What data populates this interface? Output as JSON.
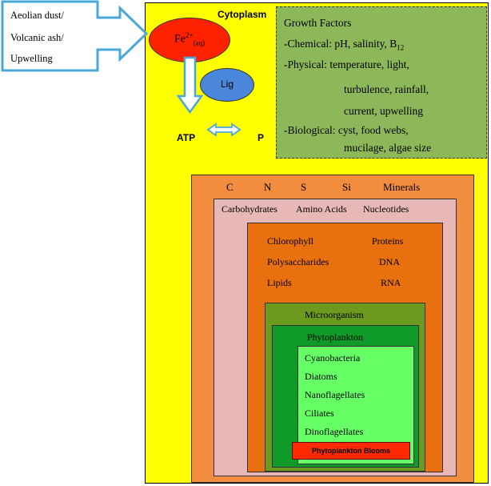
{
  "source": {
    "line1": "Aeolian dust/",
    "line2": "Volcanic ash/",
    "line3": "Upwelling"
  },
  "cytoplasm_label": "Cytoplasm",
  "iron": {
    "base": "Fe",
    "charge": "2+",
    "state": "(aq)"
  },
  "ligand_label": "Lig",
  "atp_label": "ATP",
  "p_label": "P",
  "growth_factors": {
    "title": "Growth Factors",
    "chemical": "-Chemical: pH, salinity, B",
    "chemical_sub": "12",
    "physical_1": "-Physical: temperature, light,",
    "physical_2": "turbulence, rainfall,",
    "physical_3": "current, upwelling",
    "biological_1": "-Biological: cyst, food webs,",
    "biological_2": "mucilage, algae size"
  },
  "elements": [
    "C",
    "N",
    "S",
    "Si",
    "Minerals"
  ],
  "biomolecules": [
    "Carbohydrates",
    "Amino Acids",
    "Nucleotides"
  ],
  "macromolecules": {
    "left": [
      "Chlorophyll",
      "Polysaccharides",
      "Lipids"
    ],
    "right": [
      "Proteins",
      "DNA",
      "RNA"
    ]
  },
  "microorganism_label": "Microorganism",
  "phytoplankton_label": "Phytoplankton",
  "phytoplankton_groups": [
    "Cyanobacteria",
    "Diatoms",
    "Nanoflagellates",
    "Ciliates",
    "Dinoflagellates"
  ],
  "bloom_label": "Phytoplankton Blooms",
  "colors": {
    "cytoplasm": "#ffff00",
    "arrow": "#4aa8d8",
    "iron": "#ff2200",
    "ligand": "#4a86d9",
    "growth_factors": "#8db85a",
    "elements_box": "#f28c3e",
    "biomolecules_box": "#e8b8b8",
    "macromolecules_box": "#e8700e",
    "microorganism_box": "#6b9a1e",
    "phytoplankton_box": "#0f9a2a",
    "groups_box": "#66ff66",
    "bloom_box": "#ff2a00"
  }
}
